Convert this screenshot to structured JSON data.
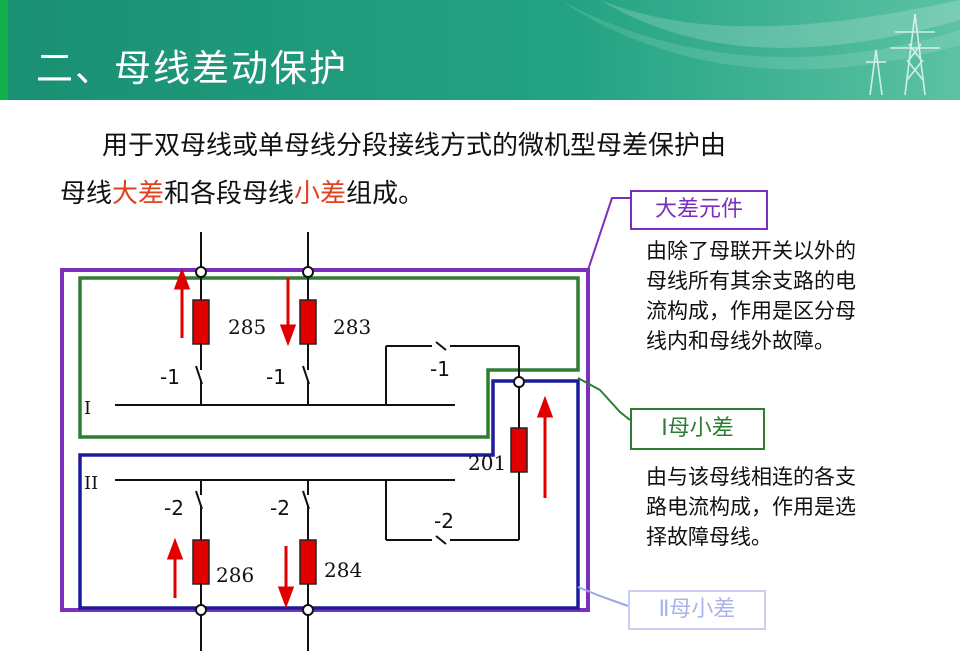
{
  "header": {
    "title": "二、母线差动保护"
  },
  "intro": {
    "line1": "用于双母线或单母线分段接线方式的微机型母差保护由",
    "line2_a": "母线",
    "line2_hl1": "大差",
    "line2_b": "和各段母线",
    "line2_hl2": "小差",
    "line2_c": "组成。"
  },
  "colors": {
    "header_green": "#1f9a7c",
    "big_diff": "#7b2fbe",
    "bus1_small_diff": "#2e7d32",
    "bus2_small_diff": "#1c1c9a",
    "ct_red": "#e53935",
    "highlight": "#e2411f"
  },
  "diagram": {
    "bus1_label": "I",
    "bus2_label": "II",
    "branches": {
      "b285": "285",
      "b283": "283",
      "b286": "286",
      "b284": "284",
      "b201": "201"
    },
    "switches": {
      "s285": "-1",
      "s283": "-1",
      "s201_top": "-1",
      "s286": "-2",
      "s284": "-2",
      "s201_bottom": "-2"
    }
  },
  "callouts": {
    "big_diff": {
      "label": "大差元件",
      "description": [
        "由除了母联开关以外的",
        "母线所有其余支路的电",
        "流构成，作用是区分母",
        "线内和母线外故障。"
      ]
    },
    "bus1_small_diff": {
      "label": "Ⅰ母小差",
      "description": [
        "由与该母线相连的各支",
        "路电流构成，作用是选",
        "择故障母线。"
      ]
    },
    "bus2_small_diff": {
      "label": "Ⅱ母小差"
    }
  },
  "decor": {
    "tower_icon": "transmission-tower-icon"
  }
}
